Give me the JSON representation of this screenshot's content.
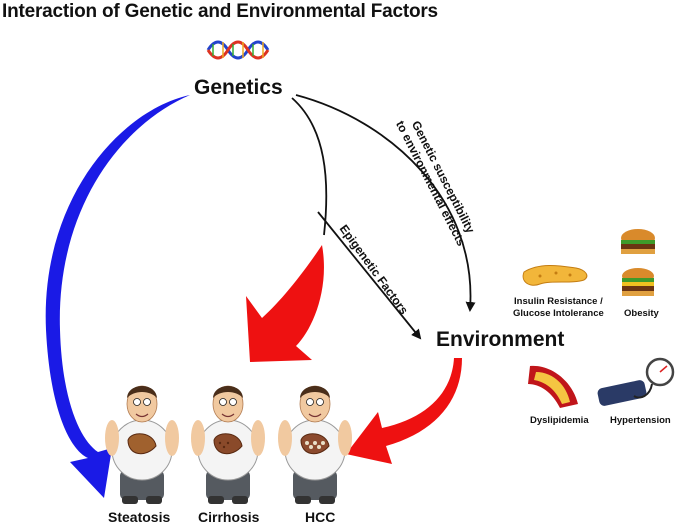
{
  "title": "Interaction of Genetic and Environmental Factors",
  "nodes": {
    "genetics": "Genetics",
    "environment": "Environment"
  },
  "arrows": {
    "genetic_susceptibility": [
      "Genetic susceptibility",
      "to environmental effects"
    ],
    "epigenetic": "Epigenetic Factors"
  },
  "outcomes": [
    "Steatosis",
    "Cirrhosis",
    "HCC"
  ],
  "environmental_factors": {
    "insulin": [
      "Insulin Resistance /",
      "Glucose Intolerance"
    ],
    "obesity": "Obesity",
    "dyslipidemia": "Dyslipidemia",
    "hypertension": "Hypertension"
  },
  "icons": [
    "dna-icon",
    "pancreas-icon",
    "burger-icon",
    "artery-icon",
    "blood-pressure-icon",
    "liver-patient-icon"
  ],
  "colors": {
    "blue_arrow": "#1a1ae6",
    "red_arrow": "#ee1111",
    "black": "#111111"
  }
}
